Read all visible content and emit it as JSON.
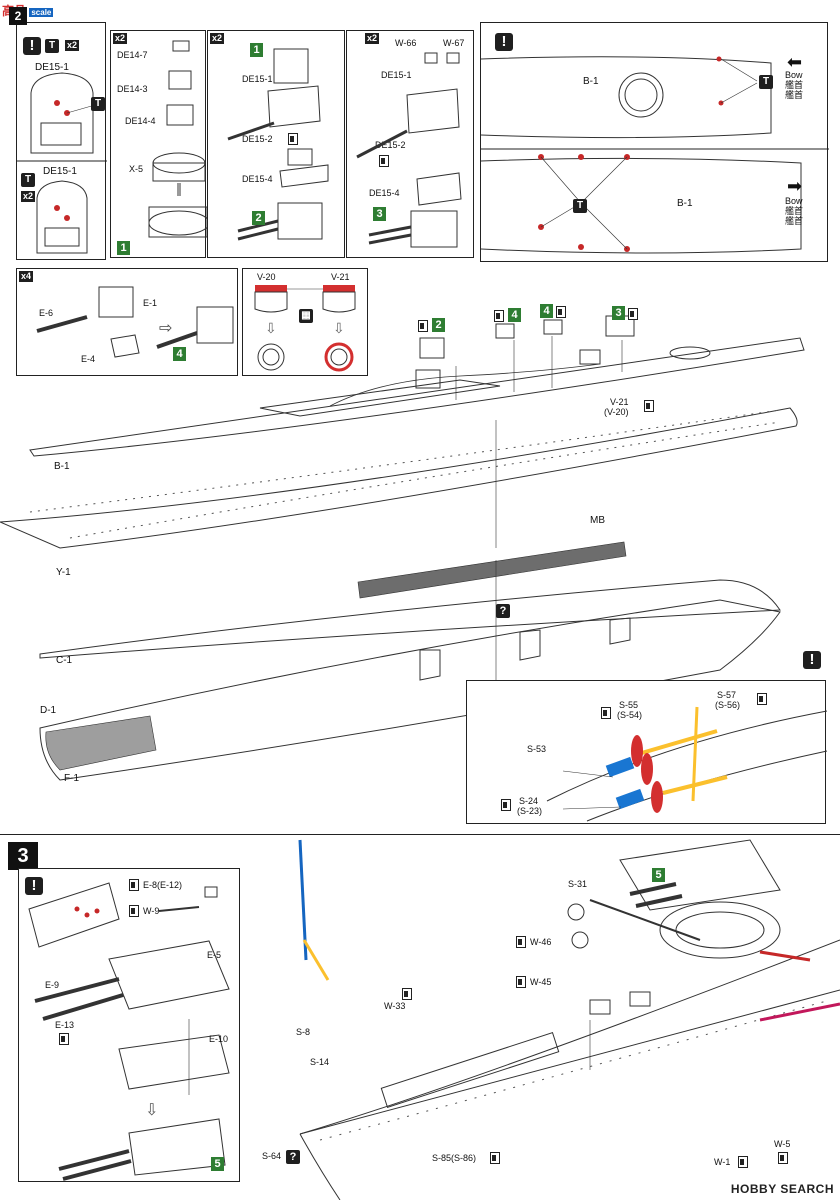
{
  "watermark_top": "高品",
  "watermark_top_sub": "scale",
  "watermark_bottom": "HOBBY SEARCH",
  "step_top": "2",
  "step_bottom": "3",
  "panel_a": {
    "badge": "x2",
    "part1": "DE15-1",
    "part2": "DE15-1",
    "badge2": "x2"
  },
  "panel_b": {
    "badge": "x2",
    "parts": [
      "DE14-7",
      "DE14-3",
      "DE14-4",
      "X-5"
    ],
    "result": "1"
  },
  "panel_c": {
    "badge": "x2",
    "ref": "1",
    "parts": [
      "DE15-1",
      "DE15-2",
      "DE15-4"
    ],
    "result": "2"
  },
  "panel_d": {
    "badge": "x2",
    "parts": [
      "W-66",
      "W-67",
      "DE15-1",
      "DE15-2",
      "DE15-4"
    ],
    "result": "3"
  },
  "panel_e": {
    "parts": [
      "B-1",
      "B-1"
    ],
    "bow_en": "Bow",
    "bow_jp": "艦首",
    "bow_jp2": "艦首"
  },
  "panel_f": {
    "badge": "x4",
    "parts": [
      "E-6",
      "E-1",
      "E-4"
    ],
    "result": "4"
  },
  "panel_g": {
    "parts": [
      "V-20",
      "V-21"
    ]
  },
  "hull_step": {
    "refs": [
      "2",
      "4",
      "4",
      "3"
    ],
    "parts": [
      "B-1",
      "Y-1",
      "MB",
      "C-1",
      "D-1",
      "F-1"
    ],
    "v21": "V-21",
    "v20": "(V-20)"
  },
  "inset_prop": {
    "parts": [
      "S-55",
      "(S-54)",
      "S-57",
      "(S-56)",
      "S-53",
      "S-24",
      "(S-23)"
    ]
  },
  "step3": {
    "inset_parts": [
      "E-8(E-12)",
      "W-9",
      "E-5",
      "E-9",
      "E-13",
      "E-10"
    ],
    "inset_result": "5",
    "ref": "5",
    "parts": [
      "S-31",
      "W-46",
      "W-45",
      "W-33",
      "S-8",
      "S-14",
      "S-64",
      "S-85(S-86)",
      "W-1",
      "W-5"
    ]
  }
}
